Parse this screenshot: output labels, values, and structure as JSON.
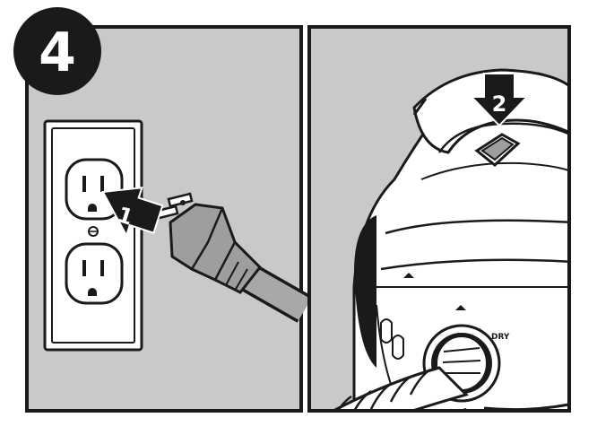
{
  "step": {
    "number": "4"
  },
  "panel_left": {
    "arrow_label": "1"
  },
  "panel_right": {
    "arrow_label": "2",
    "mode_label": "DRY"
  },
  "colors": {
    "panel_bg": "#c9c9c9",
    "outline": "#1a1a1a",
    "plug": "#9e9e9e",
    "arrow": "#1a1a1a",
    "white": "#ffffff"
  }
}
